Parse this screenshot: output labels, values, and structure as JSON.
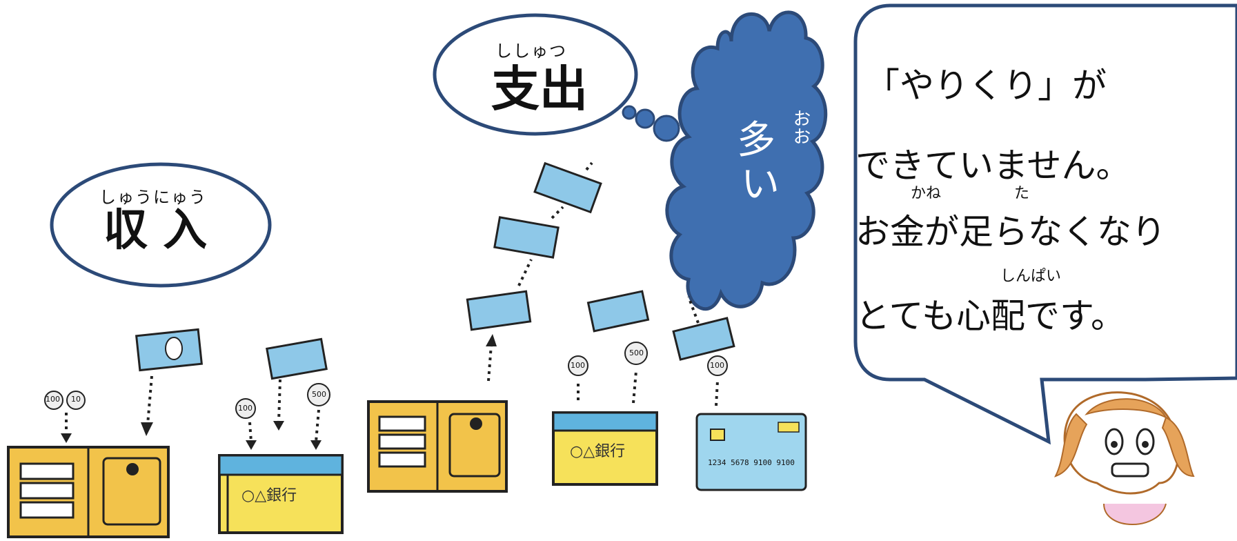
{
  "income": {
    "ruby": "しゅうにゅう",
    "label": "収 入"
  },
  "expense": {
    "ruby": "ししゅつ",
    "label": "支出"
  },
  "cloud": {
    "chars": [
      "多",
      "い"
    ],
    "ruby": "おお"
  },
  "speech": {
    "line1": "「やりくり」が",
    "line2": "できていません。",
    "line3": "お金が足らなくなり",
    "line3_ruby_kane": "かね",
    "line3_ruby_ta": "た",
    "line4": "とても心配です。",
    "line4_ruby": "しんぱい"
  },
  "illustration": {
    "bank_label": "○△銀行",
    "coin_labels": [
      "100",
      "10",
      "100",
      "500",
      "100",
      "500",
      "100"
    ],
    "card_text": "1234 5678 9100 9100"
  },
  "colors": {
    "bubble_outline": "#2c4a78",
    "cloud_fill": "#3f6fb0",
    "wallet_yellow": "#f2c34a",
    "bank_yellow": "#f6e15a",
    "bank_blue": "#5fb3de",
    "bill_blue": "#8ec8e8",
    "card_blue": "#9fd6ee"
  }
}
